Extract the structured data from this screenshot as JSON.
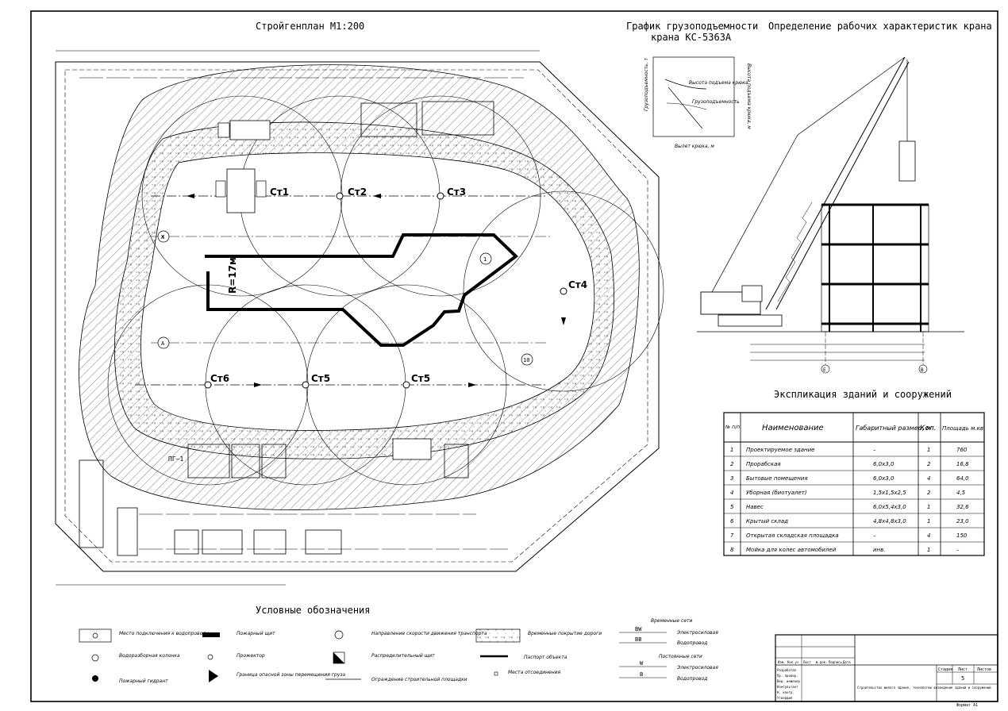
{
  "titles": {
    "plan": "Стройгенплан  М1:200",
    "graph": "График грузоподъемности",
    "graph2": "крана КС-5363А",
    "crane": "Определение рабочих характеристик крана",
    "explication": "Экспликация зданий и сооружений",
    "legend": "Условные  обозначения"
  },
  "crane_labels": [
    "Ст1",
    "Ст2",
    "Ст3",
    "Ст4",
    "Ст5",
    "Ст5",
    "Ст6"
  ],
  "radius_label": "R=17м",
  "explication": {
    "headers": [
      "№ п/п",
      "Наименование",
      "Габаритный размер, м",
      "Кол.",
      "Площадь м.кв."
    ],
    "rows": [
      [
        "1",
        "Проектируемое здание",
        "–",
        "1",
        "760"
      ],
      [
        "2",
        "Прорабская",
        "6,0х3,0",
        "2",
        "16,8"
      ],
      [
        "3",
        "Бытовые помещения",
        "6,0х3,0",
        "4",
        "64,0"
      ],
      [
        "4",
        "Уборная (биотуалет)",
        "1,5х1,5х2,5",
        "2",
        "4,5"
      ],
      [
        "5",
        "Навес",
        "6,0х5,4х3,0",
        "1",
        "32,6"
      ],
      [
        "6",
        "Крытый склад",
        "4,8х4,8х3,0",
        "1",
        "23,0"
      ],
      [
        "7",
        "Открытая складская площадка",
        "–",
        "4",
        "150"
      ],
      [
        "8",
        "Мойка для колес автомобилей",
        "инв.",
        "1",
        "–"
      ]
    ]
  },
  "legend": {
    "temp_title": "Временные сети",
    "perm_title": "Постоянные сети",
    "items": [
      "Место подключения к водопроводу",
      "Водоразборная колонка",
      "Пожарный гидрант",
      "Пожарный щит",
      "Прожектор",
      "Граница опасной зоны перемещения груза",
      "Направление скорости движения транспорта",
      "Распределительный щит",
      "Ограждение строительной площадки",
      "Временные покрытие дороги",
      "Паспорт объекта",
      "Места отсоединения",
      "Электросиловая",
      "Водопровод",
      "Электросиловая",
      "Водопровод"
    ],
    "codes": [
      "ВW",
      "ВВ",
      "W",
      "В"
    ]
  },
  "stamp": {
    "page": "Стадия",
    "sheet": "Лист",
    "sheets": "Листов",
    "sheet_no": "5",
    "desc": "Строительство жилого здания, технологии возведения зданий и сооружений",
    "format": "Формат А1",
    "roles": [
      "Разработал",
      "Пр. провер.",
      "Вед. инженер",
      "Консультант",
      "Н. контр.",
      "Утвердил"
    ],
    "cols": [
      "Изм.",
      "Кол.уч",
      "Лист",
      "№ док.",
      "Подпись",
      "Дата"
    ]
  },
  "graph": {
    "ylabel": "Грузоподъемность, т",
    "xlabel": "Вылет крюка, м",
    "ylabel2": "Высота подъема крюка, м",
    "curve1": "Высота подъема крюка",
    "curve2": "Грузоподъемность"
  },
  "signs": {
    "pt1": "ПГ–1",
    "axis_A": "А",
    "axis_Zh": "Ж",
    "axis_1": "1",
    "axis_10": "10",
    "axis_E": "Е",
    "axis_V": "В"
  },
  "colors": {
    "line": "#000000",
    "paper": "#ffffff",
    "hatch": "#444444"
  }
}
